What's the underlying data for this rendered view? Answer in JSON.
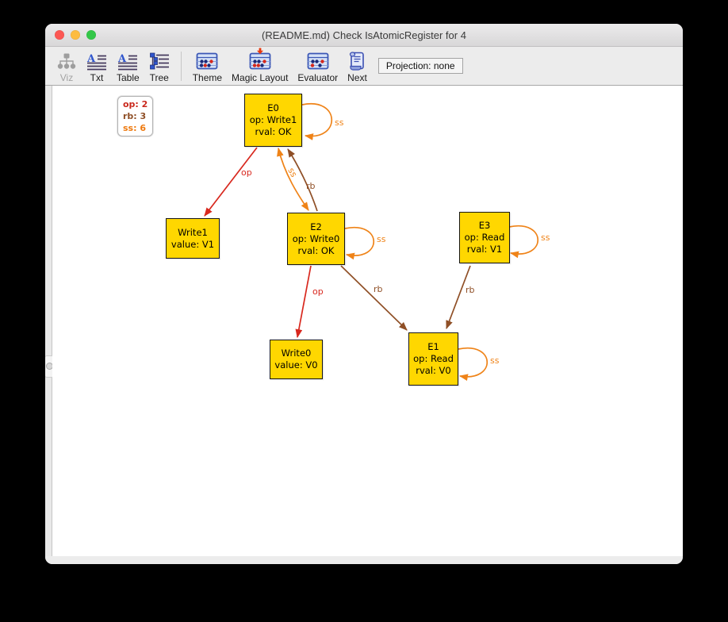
{
  "window": {
    "title": "(README.md) Check IsAtomicRegister for 4"
  },
  "toolbar": {
    "items": [
      {
        "id": "viz",
        "label": "Viz",
        "disabled": true
      },
      {
        "id": "txt",
        "label": "Txt"
      },
      {
        "id": "table",
        "label": "Table"
      },
      {
        "id": "tree",
        "label": "Tree"
      },
      {
        "id": "theme",
        "label": "Theme"
      },
      {
        "id": "magic-layout",
        "label": "Magic Layout"
      },
      {
        "id": "evaluator",
        "label": "Evaluator"
      },
      {
        "id": "next",
        "label": "Next"
      }
    ],
    "projection": "Projection: none"
  },
  "legend": {
    "items": [
      {
        "label": "op: 2",
        "color": "#c9281c"
      },
      {
        "label": "rb: 3",
        "color": "#8f4f26"
      },
      {
        "label": "ss: 6",
        "color": "#ee7a10"
      }
    ]
  },
  "graph": {
    "node_fill": "#ffd700",
    "colors": {
      "op": "#d8281e",
      "rb": "#8f4f26",
      "ss": "#ef8318"
    },
    "nodes": [
      {
        "id": "E0",
        "lines": [
          "E0",
          "op: Write1",
          "rval: OK"
        ]
      },
      {
        "id": "Write1",
        "lines": [
          "Write1",
          "value: V1"
        ]
      },
      {
        "id": "E2",
        "lines": [
          "E2",
          "op: Write0",
          "rval: OK"
        ]
      },
      {
        "id": "E3",
        "lines": [
          "E3",
          "op: Read",
          "rval: V1"
        ]
      },
      {
        "id": "Write0",
        "lines": [
          "Write0",
          "value: V0"
        ]
      },
      {
        "id": "E1",
        "lines": [
          "E1",
          "op: Read",
          "rval: V0"
        ]
      }
    ],
    "edges": [
      {
        "type": "op",
        "from": "E0",
        "to": "Write1",
        "label": "op"
      },
      {
        "type": "ss",
        "from": "E0",
        "to": "E2",
        "bidirectional": true,
        "label": "ss"
      },
      {
        "type": "rb",
        "from": "E2",
        "to": "E0",
        "label": "rb"
      },
      {
        "type": "op",
        "from": "E2",
        "to": "Write0",
        "label": "op"
      },
      {
        "type": "rb",
        "from": "E2",
        "to": "E1",
        "label": "rb"
      },
      {
        "type": "rb",
        "from": "E3",
        "to": "E1",
        "label": "rb"
      },
      {
        "type": "ss",
        "from": "E0",
        "to": "E0",
        "label": "ss"
      },
      {
        "type": "ss",
        "from": "E2",
        "to": "E2",
        "label": "ss"
      },
      {
        "type": "ss",
        "from": "E3",
        "to": "E3",
        "label": "ss"
      },
      {
        "type": "ss",
        "from": "E1",
        "to": "E1",
        "label": "ss"
      }
    ]
  }
}
